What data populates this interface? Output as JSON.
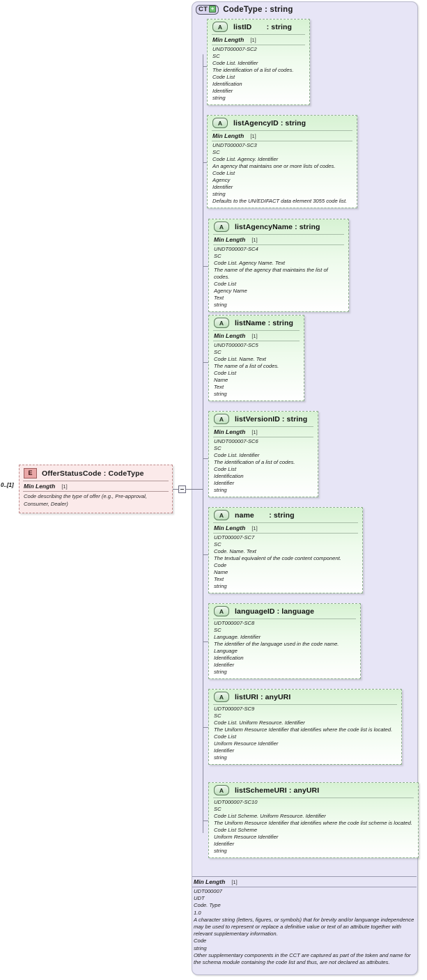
{
  "complex_type": {
    "badge": "CT",
    "badge_expand_icon": "plus-icon",
    "title": "CodeType : string",
    "facet": {
      "label": "Min Length",
      "value": "[1]"
    },
    "body_lines": [
      "UDT000007",
      "UDT",
      "Code. Type",
      "1.0",
      "A character string (letters, figures, or symbols) that for brevity and/or languange independence may be used to represent or replace a definitive value or text of an attribute together with relevant supplementary information.",
      "Code",
      "string",
      "Other supplementary components in the CCT are captured as part of the token and name for the schema module containing the code list and thus, are not declared as attributes."
    ]
  },
  "element": {
    "badge": "E",
    "title": "OfferStatusCode : CodeType",
    "cardinality": "0..[1]",
    "facet": {
      "label": "Min Length",
      "value": "[1]"
    },
    "description": "Code describing the type of offer (e.g., Pre-approval, Consumer, Dealer)"
  },
  "attributes": [
    {
      "badge": "A",
      "name": "listID",
      "type": ": string",
      "facet": {
        "label": "Min Length",
        "value": "[1]"
      },
      "body_lines": [
        "UNDT000007-SC2",
        "SC",
        "Code List. Identifier",
        "The identification of a list of codes.",
        "Code List",
        "Identification",
        "Identifier",
        "string"
      ]
    },
    {
      "badge": "A",
      "name": "listAgencyID",
      "type": ": string",
      "facet": {
        "label": "Min Length",
        "value": "[1]"
      },
      "body_lines": [
        "UNDT000007-SC3",
        "SC",
        "Code List. Agency. Identifier",
        "An agency that maintains one or more lists of codes.",
        "Code List",
        "Agency",
        "Identifier",
        "string",
        "Defaults to the UN/EDIFACT data element 3055 code list."
      ]
    },
    {
      "badge": "A",
      "name": "listAgencyName",
      "type": ": string",
      "facet": {
        "label": "Min Length",
        "value": "[1]"
      },
      "body_lines": [
        "UNDT000007-SC4",
        "SC",
        "Code List. Agency Name. Text",
        "The name of the agency that maintains the list of codes.",
        "Code List",
        "Agency Name",
        "Text",
        "string"
      ]
    },
    {
      "badge": "A",
      "name": "listName",
      "type": ": string",
      "facet": {
        "label": "Min Length",
        "value": "[1]"
      },
      "body_lines": [
        "UNDT000007-SC5",
        "SC",
        "Code List. Name. Text",
        "The name of a list of codes.",
        "Code List",
        "Name",
        "Text",
        "string"
      ]
    },
    {
      "badge": "A",
      "name": "listVersionID",
      "type": ": string",
      "facet": {
        "label": "Min Length",
        "value": "[1]"
      },
      "body_lines": [
        "UNDT000007-SC6",
        "SC",
        "Code List. Identifier",
        "The identification of a list of codes.",
        "Code List",
        "Identification",
        "Identifier",
        "string"
      ]
    },
    {
      "badge": "A",
      "name": "name",
      "type": ": string",
      "facet": {
        "label": "Min Length",
        "value": "[1]"
      },
      "body_lines": [
        "UDT000007-SC7",
        "SC",
        "Code. Name. Text",
        "The textual equivalent of the code content component.",
        "Code",
        "Name",
        "Text",
        "string"
      ]
    },
    {
      "badge": "A",
      "name": "languageID",
      "type": ": language",
      "facet": null,
      "body_lines": [
        "UDT000007-SC8",
        "SC",
        "Language. Identifier",
        "The identifier of the language used in the code name.",
        "Language",
        "Identification",
        "Identifier",
        "string"
      ]
    },
    {
      "badge": "A",
      "name": "listURI",
      "type": ": anyURI",
      "facet": null,
      "body_lines": [
        "UDT000007-SC9",
        "SC",
        "Code List. Uniform Resource. Identifier",
        "The Uniform Resource Identifier that identifies where the code list is located.",
        "Code List",
        "Uniform Resource Identifier",
        "Identifier",
        "string"
      ]
    },
    {
      "badge": "A",
      "name": "listSchemeURI",
      "type": ": anyURI",
      "facet": null,
      "body_lines": [
        "UDT000007-SC10",
        "SC",
        "Code List Scheme. Uniform Resource. Identifier",
        "The Uniform Resource Identifier that identifies where the code list scheme is located.",
        "Code List Scheme",
        "Uniform Resource Identifier",
        "Identifier",
        "string"
      ]
    }
  ],
  "colors": {
    "container_bg": "#e7e5f6",
    "attribute_bg": "#d7f2d3",
    "element_bg": "#fbeaea",
    "element_border": "#c08b8b",
    "attribute_border": "#8fae8f"
  }
}
